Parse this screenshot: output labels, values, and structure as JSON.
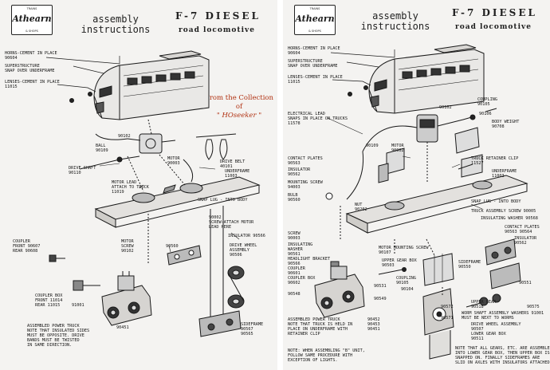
{
  "left": {
    "title_line1": "assembly",
    "title_line2": "instructions",
    "model": "F-7 DIESEL",
    "subtitle": "road locomotive",
    "logo": {
      "top": "TRAINS",
      "brand": "Athearn",
      "bottom": "& SHOPS"
    },
    "collection_line1": "From the Collection of",
    "collection_line2": "\" HOseeker \"",
    "labels": {
      "horns": "HORNS-CEMENT IN PLACE\n90604",
      "superstructure": "SUPERSTRUCTURE\nSNAP OVER UNDERFRAME",
      "lenses": "LENSES-CEMENT IN PLACE\n11015",
      "p90102": "90102",
      "ball": "BALL\n90109",
      "drive_shaft": "DRIVE SHAFT\n90110",
      "motor": "MOTOR\n90003",
      "drive_belt": "DRIVE BELT\n40101",
      "motor_lead": "MOTOR LEAD\nATTACH TO TRUCK\n11019",
      "underframe": "UNDERFRAME\n11003",
      "snap_lug": "SNAP LUG - INTO BODY",
      "screw_attach": "90002\nSCREW-ATTACH MOTOR\nLEAD HERE",
      "insulator": "INSULATOR 90566",
      "coupler": "COUPLER\nFRONT 90607\nREAR 90608",
      "motor_screw": "MOTOR\nSCREW\n90102",
      "p90560": "90560",
      "drive_wheel": "DRIVE WHEEL\nASSEMBLY\n90506",
      "coupler_box": "COUPLER BOX\nFRONT 11014\nREAR 11015",
      "p91001": "91001",
      "assembled_truck": "ASSEMBLED POWER TRUCK\nNOTE THAT INSULATED SIDES\nMUST BE OPPOSITE. DRIVE\nBANDS MUST BE TWISTED\nIN SAME DIRECTION.",
      "p90451": "90451",
      "sideframe": "SIDEFRAME\n90567\n90565"
    }
  },
  "right": {
    "title_line1": "assembly",
    "title_line2": "instructions",
    "model": "F-7 DIESEL",
    "subtitle": "road locomotive",
    "logo": {
      "top": "TRAINS",
      "brand": "Athearn",
      "bottom": "& SHOPS"
    },
    "labels": {
      "horns": "HORNS-CEMENT IN PLACE\n90604",
      "superstructure": "SUPERSTRUCTURE\nSNAP OVER UNDERFRAME",
      "lenses": "LENSES-CEMENT IN PLACE\n11015",
      "coupling": "COUPLING\n90105",
      "p90102": "90102",
      "p90106": "90106",
      "body_weight": "BODY WEIGHT\n90708",
      "electrical_lead": "ELECTRICAL LEAD\nSNAPS IN PLACE ON TRUCKS\n11578",
      "motor": "MOTOR\n90002",
      "p90109": "90109",
      "contact_plates": "CONTACT PLATES\n90563",
      "truck_retainer": "TRUCK RETAINER CLIP\n11527",
      "underframe": "UNDERFRAME\n11003",
      "insulator1": "INSULATOR\n90562",
      "mounting_screw": "MOUNTING SCREW\n94003",
      "bulb": "BULB\n90560",
      "nut": "NUT\n90202",
      "snap_lug": "SNAP LUG - INTO BODY",
      "truck_screw": "TRUCK ASSEMBLY SCREW 90005",
      "insulating_washer": "INSULATING WASHER 90568",
      "screw": "SCREW\n90003",
      "insulating_washer2": "INSULATING\nWASHER\n90561",
      "headlight": "HEADLIGHT BRACKET\n90566",
      "coupler": "COUPLER\n90601",
      "coupler_box": "COUPLER BOX\n90602",
      "motor_mounting": "MOTOR MOUNTING SCREW\n90107",
      "contact_plates2": "CONTACT PLATES\n90563 90564",
      "insulator2": "INSULATOR\n90562",
      "upper_gear_box": "UPPER GEAR BOX\n90503",
      "p90104": "90104",
      "p90531": "90531",
      "sideframe": "SIDEFRAME\n90550",
      "p90551": "90551",
      "p90549": "90549",
      "p90548": "90548",
      "assembled_truck": "ASSEMBLED POWER TRUCK\nNOTE THAT TRUCK IS HELD IN\nPLACE ON UNDERFRAME WITH\nRETAINER CLIP",
      "p90452": "90452\n90453\n90451",
      "upper_gear": "UPPER GEAR\n90518",
      "p90572": "90572",
      "p90575": "90575",
      "worm_shaft": "WORM SHAFT ASSEMBLY WASHERS 91001\nMUST BE NEXT TO WORMS",
      "p90571": "90571",
      "drive_wheel": "DRIVE WHEEL ASSEMBLY\n90507",
      "lower_gear_box": "LOWER GEAR BOX\n90511",
      "note": "NOTE: WHEN ASSEMBLING \"B\" UNIT,\nFOLLOW SAME PROCEDURE WITH\nEXCEPTION OF LIGHTS.",
      "gears_note": "NOTE THAT ALL GEARS, ETC. ARE ASSEMBLED\nINTO LOWER GEAR BOX, THEN UPPER BOX IS\nSNAPPED ON. FINALLY SIDEFRAMES ARE\nSLID ON AXLES WITH INSULATORS ATTACHED."
    }
  }
}
